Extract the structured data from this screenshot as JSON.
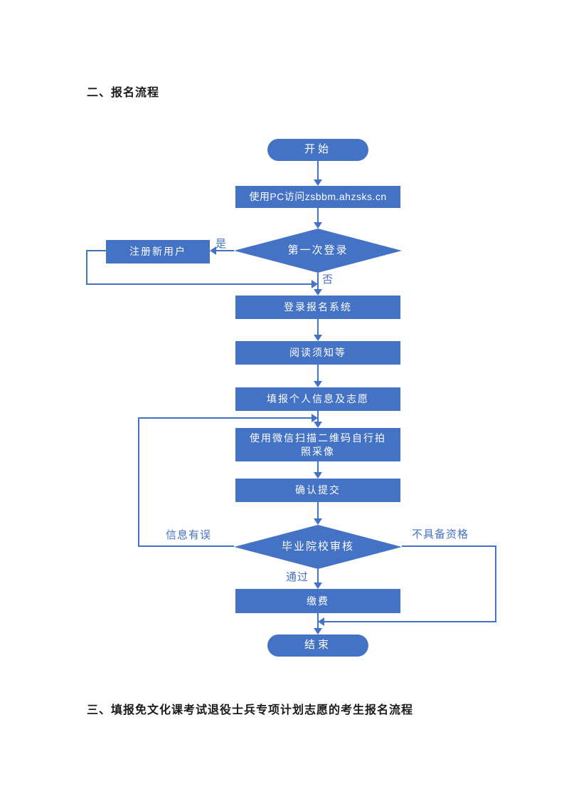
{
  "document": {
    "section2_heading": "二、报名流程",
    "section3_heading": "三、填报免文化课考试退役士兵专项计划志愿的考生报名流程"
  },
  "flowchart": {
    "nodes": {
      "start": {
        "type": "terminator",
        "label": "开始"
      },
      "visit_pc": {
        "type": "process",
        "label": "使用PC访问zsbbm.ahzsks.cn"
      },
      "first_login": {
        "type": "decision",
        "label": "第一次登录"
      },
      "register": {
        "type": "process",
        "label": "注册新用户"
      },
      "login_system": {
        "type": "process",
        "label": "登录报名系统"
      },
      "read_notice": {
        "type": "process",
        "label": "阅读须知等"
      },
      "fill_info": {
        "type": "process",
        "label": "填报个人信息及志愿"
      },
      "wechat_photo": {
        "type": "process",
        "label": "使用微信扫描二维码自行拍照采像"
      },
      "confirm_submit": {
        "type": "process",
        "label": "确认提交"
      },
      "school_review": {
        "type": "decision",
        "label": "毕业院校审核"
      },
      "pay_fee": {
        "type": "process",
        "label": "缴费"
      },
      "end": {
        "type": "terminator",
        "label": "结束"
      }
    },
    "edge_labels": {
      "yes": "是",
      "no": "否",
      "info_error": "信息有误",
      "pass": "通过",
      "not_qualified": "不具备资格"
    },
    "colors": {
      "shape_fill": "#4472c4",
      "connector_line": "#4472c4",
      "edge_label_text": "#4472c4",
      "shape_text": "#ffffff"
    }
  }
}
